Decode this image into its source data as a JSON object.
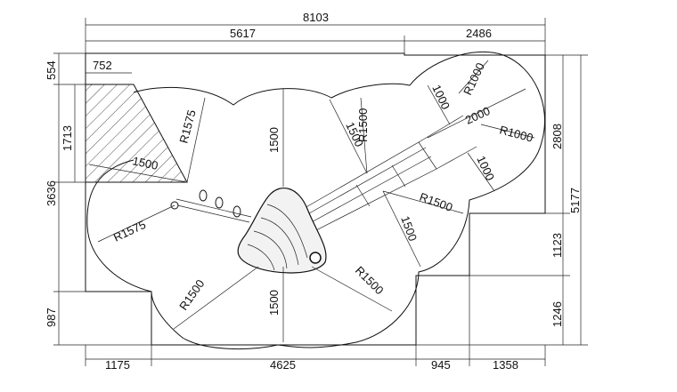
{
  "dimensions": {
    "top_total": "8103",
    "top_left": "5617",
    "top_right": "2486",
    "bottom_1": "1175",
    "bottom_2": "4625",
    "bottom_3": "945",
    "bottom_4": "1358",
    "left_top": "554",
    "left_hatch": "1713",
    "left_mid": "3636",
    "left_bottom": "987",
    "right_total": "5177",
    "right_upper": "2808",
    "right_mid": "1123",
    "right_lower": "1246",
    "small_752": "752"
  },
  "radii": {
    "r1575_upper": "R1575",
    "r1575_lower": "R1575",
    "r1500_top": "1500",
    "r1500_hatch": "1500",
    "r1500_right_lobe": "1500",
    "r1500_upper_r": "R1500",
    "r1500_diag": "1500",
    "r1500_mid": "R1500",
    "r1500_center": "1500",
    "r1500_bl": "R1500",
    "r1500_br": "R1500",
    "r1000_a": "R1000",
    "r1000_b": "1000",
    "r1000_c": "R1000",
    "r1000_d": "1000",
    "len2000": "2000"
  }
}
